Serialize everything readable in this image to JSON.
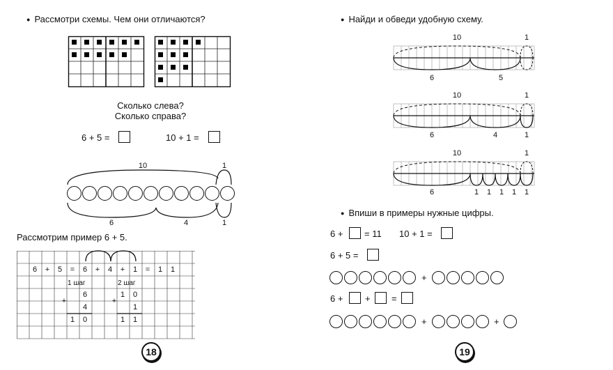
{
  "left_page": {
    "instruction1": "Рассмотри схемы. Чем они отличаются?",
    "question_left": "Сколько слева?",
    "question_right": "Сколько справа?",
    "eq1": "6 + 5 =",
    "eq2": "10 + 1 =",
    "arc_top_10": "10",
    "arc_top_1": "1",
    "arc_bottom_6": "6",
    "arc_bottom_4": "4",
    "arc_bottom_1": "1",
    "consider_example": "Рассмотрим пример 6 + 5.",
    "grid_row1": [
      "6",
      "+",
      "5",
      "=",
      "6",
      "+",
      "4",
      "+",
      "1",
      "=",
      "1",
      "1"
    ],
    "step1_label": "1 шаг",
    "step2_label": "2 шаг",
    "step1_values": [
      "6",
      "4",
      "1",
      "0"
    ],
    "step1_plus": "+",
    "step2_values": [
      "1",
      "0",
      "1",
      "1",
      "1"
    ],
    "step2_plus": "+",
    "page_number": "18"
  },
  "right_page": {
    "instruction1": "Найди и обведи удобную схему.",
    "scheme1": {
      "top_10": "10",
      "top_1": "1",
      "bottom": [
        "6",
        "5"
      ]
    },
    "scheme2": {
      "top_10": "10",
      "top_1": "1",
      "bottom": [
        "6",
        "4",
        "1"
      ]
    },
    "scheme3": {
      "top_10": "10",
      "top_1": "1",
      "bottom": [
        "6",
        "1",
        "1",
        "1",
        "1",
        "1"
      ]
    },
    "instruction2": "Впиши в примеры нужные цифры.",
    "ex1a_left": "6 +",
    "ex1a_right": "= 11",
    "ex1b": "10 + 1 =",
    "ex2": "6 + 5 =",
    "plus": "+",
    "ex4_left": "6 +",
    "ex4_mid": "+",
    "ex4_eq": "=",
    "page_number": "19"
  }
}
